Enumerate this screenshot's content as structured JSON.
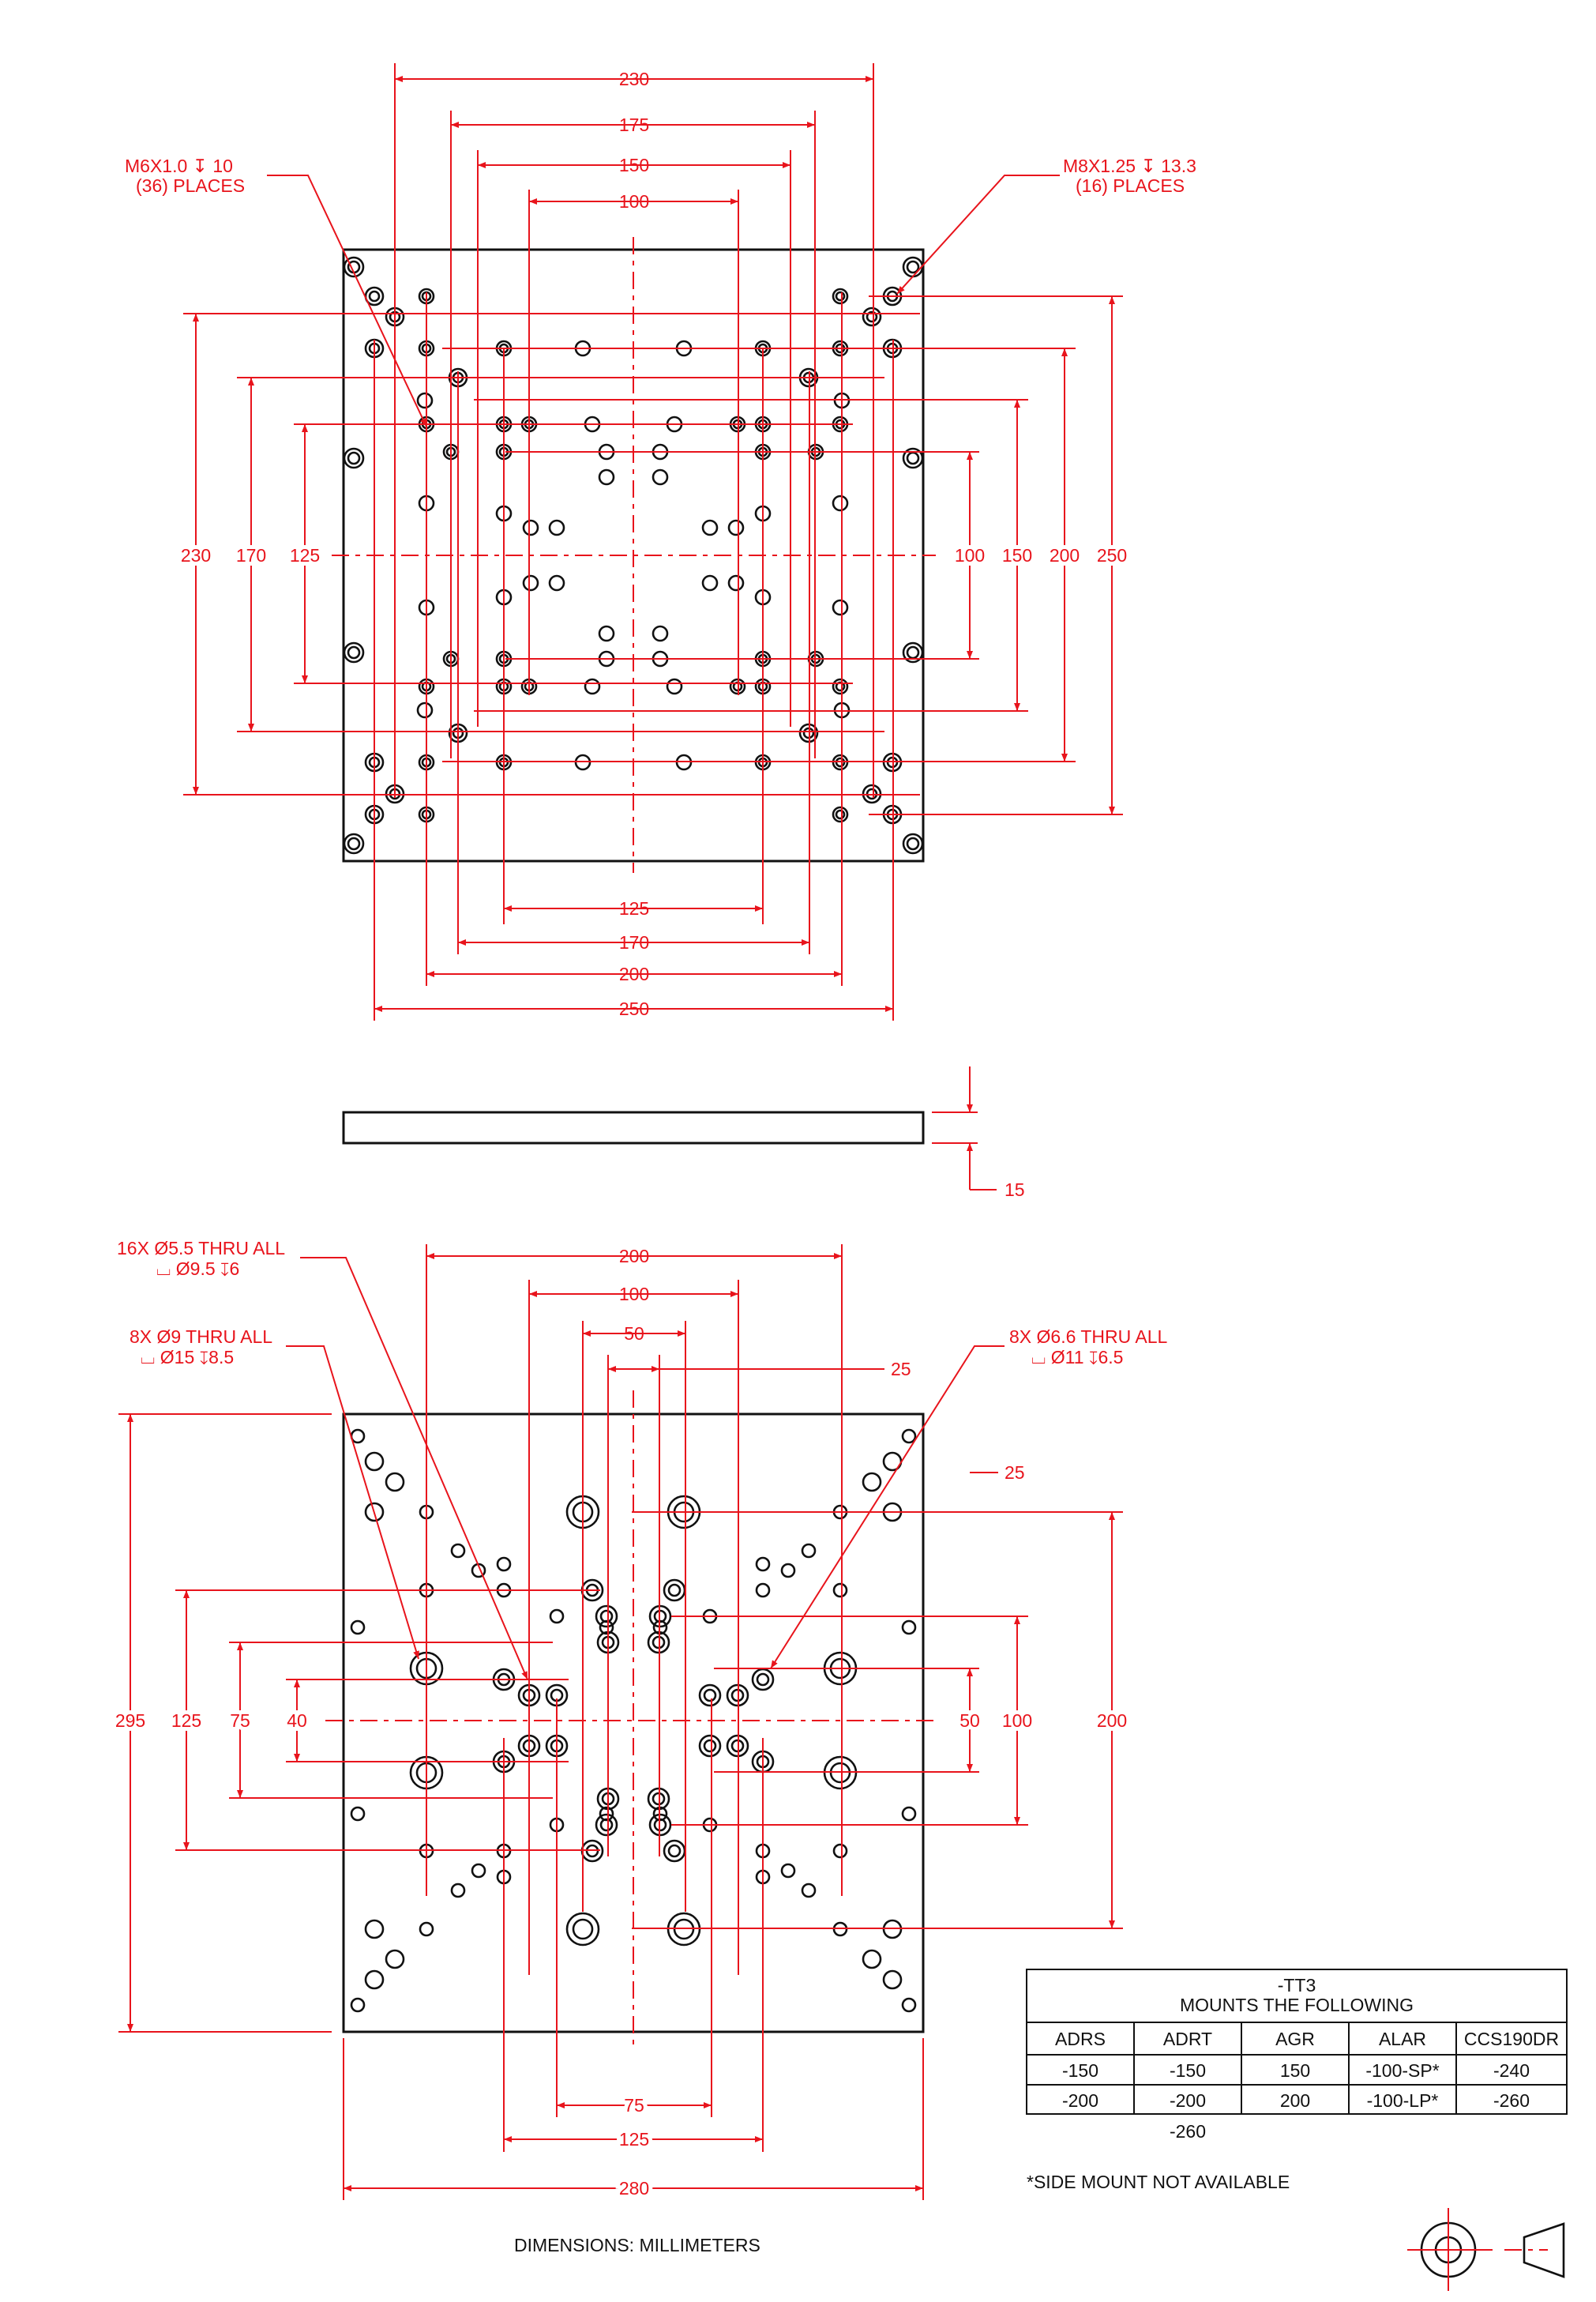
{
  "top_view": {
    "dims_top": [
      "230",
      "175",
      "150",
      "100"
    ],
    "dims_bottom": [
      "125",
      "170",
      "200",
      "250"
    ],
    "dims_left": [
      "230",
      "170",
      "125"
    ],
    "dims_right": [
      "100",
      "150",
      "200",
      "250"
    ],
    "callout_left": [
      "M6X1.0 ↧ 10",
      "(36) PLACES"
    ],
    "callout_right": [
      "M8X1.25 ↧ 13.3",
      "(16) PLACES"
    ]
  },
  "side_view": {
    "thickness": "15"
  },
  "bottom_view": {
    "dims_top": [
      "200",
      "100",
      "50",
      "25"
    ],
    "dim_right_offset": "25",
    "dims_left": [
      "295",
      "125",
      "75",
      "40"
    ],
    "dims_right": [
      "50",
      "100",
      "200"
    ],
    "dims_bottom": [
      "75",
      "125",
      "280"
    ],
    "callout_a": [
      "16X Ø5.5 THRU ALL",
      "⌴ Ø9.5 ↧6"
    ],
    "callout_b": [
      "8X Ø9 THRU ALL",
      "⌴ Ø15 ↧8.5"
    ],
    "callout_c": [
      "8X Ø6.6 THRU ALL",
      "⌴ Ø11 ↧6.5"
    ]
  },
  "table": {
    "title": "-TT3",
    "subtitle": "MOUNTS THE FOLLOWING",
    "headers": [
      "ADRS",
      "ADRT",
      "AGR",
      "ALAR",
      "CCS190DR"
    ],
    "rows": [
      [
        "-150",
        "-150",
        "150",
        "-100-SP*",
        "-240"
      ],
      [
        "-200",
        "-200",
        "200",
        "-100-LP*",
        "-260"
      ],
      [
        "",
        "-260",
        "",
        "",
        ""
      ]
    ],
    "footnote": "*SIDE MOUNT NOT AVAILABLE"
  },
  "units_note": "DIMENSIONS:  MILLIMETERS",
  "colors": {
    "dimension": "#e8141c",
    "object": "#111111"
  }
}
